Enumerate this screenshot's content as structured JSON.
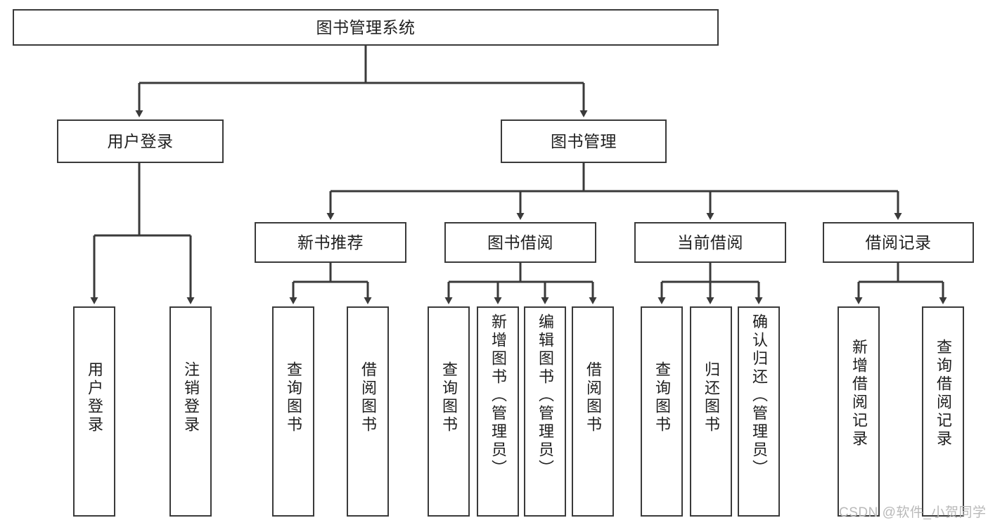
{
  "diagram": {
    "title": "图书管理系统",
    "type": "tree-hierarchy-chart",
    "watermark": "CSDN @软件_小贺同学",
    "colors": {
      "stroke": "#3a3a3a",
      "fill": "#ffffff",
      "text": "#1f1f1f",
      "watermark": "#b9b9b9"
    },
    "levels": {
      "root": {
        "label": "图书管理系统"
      },
      "level2": [
        {
          "label": "用户登录"
        },
        {
          "label": "图书管理"
        }
      ],
      "level3": [
        {
          "label": "新书推荐"
        },
        {
          "label": "图书借阅"
        },
        {
          "label": "当前借阅"
        },
        {
          "label": "借阅记录"
        }
      ]
    },
    "nodes": {
      "root": "图书管理系统",
      "user_login": "用户登录",
      "book_manage": "图书管理",
      "new_book_rec": "新书推荐",
      "book_borrow": "图书借阅",
      "current_borrow": "当前借阅",
      "borrow_record": "借阅记录",
      "leaf_user_login": "用户登录",
      "leaf_user_logout": "注销登录",
      "leaf_query_book_1": "查询图书",
      "leaf_borrow_book_1": "借阅图书",
      "leaf_query_book_2": "查询图书",
      "leaf_add_book": "新增图书（管理员）",
      "leaf_edit_book": "编辑图书（管理员）",
      "leaf_borrow_book_2": "借阅图书",
      "leaf_query_book_3": "查询图书",
      "leaf_return_book": "归还图书",
      "leaf_confirm_return": "确认归还（管理员）",
      "leaf_add_record": "新增借阅记录",
      "leaf_query_record": "查询借阅记录"
    }
  }
}
